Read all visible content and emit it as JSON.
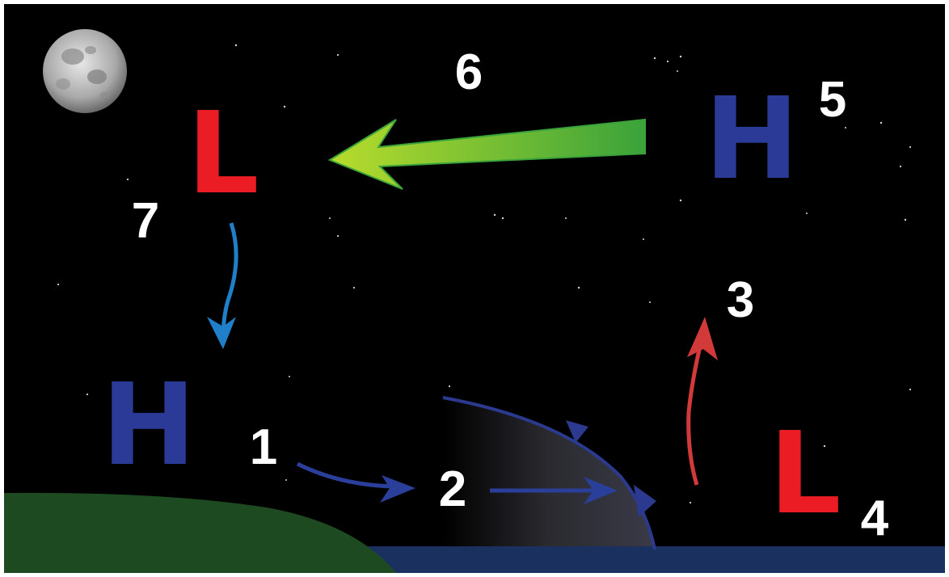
{
  "labels": {
    "num1": "1",
    "num2": "2",
    "num3": "3",
    "num4": "4",
    "num5": "5",
    "num6": "6",
    "num7": "7",
    "high_left": "H",
    "high_right": "H",
    "low_top": "L",
    "low_bottom": "L"
  },
  "colors": {
    "sky": "#000000",
    "high": "#2a3a96",
    "low": "#ec1c24",
    "land": "#1e4a22",
    "water": "#1a3160",
    "front": "#2b3a8f",
    "arrow_blue": "#2a3f9a",
    "arrow_cyan": "#1f7fc8",
    "arrow_red": "#d23a3a",
    "arrow_green_start": "#b8dc2c",
    "arrow_green_end": "#3aa33a",
    "label_text": "#ffffff"
  },
  "icons": {
    "moon": "moon-icon",
    "stars": "star-field"
  }
}
